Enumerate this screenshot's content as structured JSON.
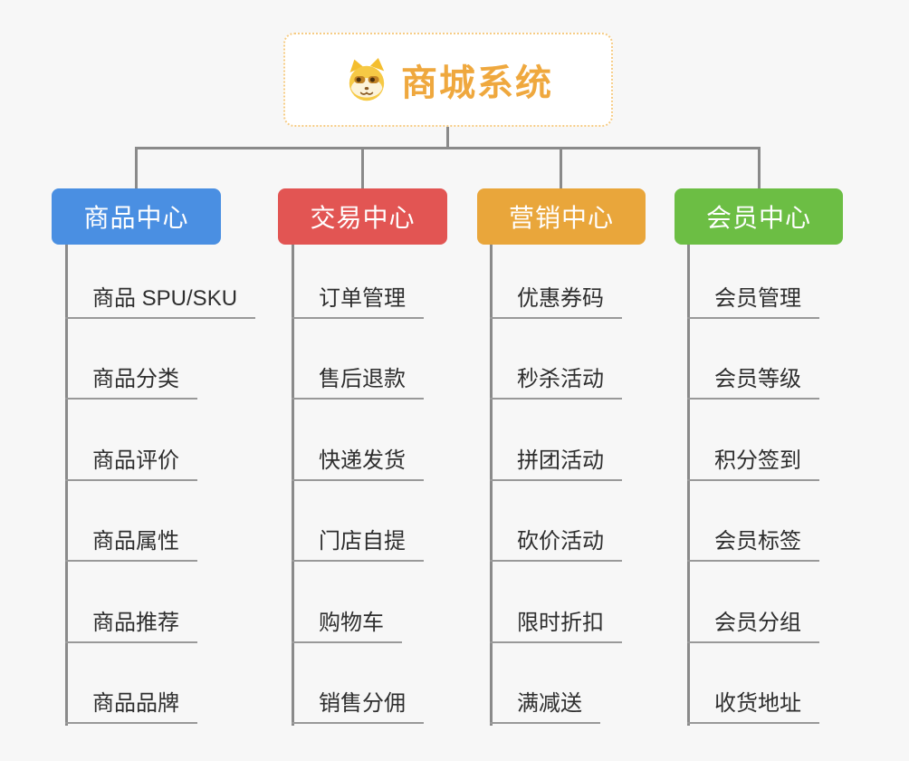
{
  "root": {
    "title": "商城系统",
    "icon": "shiba-dog-icon"
  },
  "branches": [
    {
      "label": "商品中心",
      "color": "#4A8FE2",
      "children": [
        "商品 SPU/SKU",
        "商品分类",
        "商品评价",
        "商品属性",
        "商品推荐",
        "商品品牌"
      ]
    },
    {
      "label": "交易中心",
      "color": "#E25553",
      "children": [
        "订单管理",
        "售后退款",
        "快递发货",
        "门店自提",
        "购物车",
        "销售分佣"
      ]
    },
    {
      "label": "营销中心",
      "color": "#E9A63B",
      "children": [
        "优惠券码",
        "秒杀活动",
        "拼团活动",
        "砍价活动",
        "限时折扣",
        "满减送"
      ]
    },
    {
      "label": "会员中心",
      "color": "#6CBE44",
      "children": [
        "会员管理",
        "会员等级",
        "积分签到",
        "会员标签",
        "会员分组",
        "收货地址"
      ]
    }
  ],
  "colors": {
    "background": "#F7F7F7",
    "connector_line": "#8A8A8A",
    "leaf_underline": "#999999",
    "root_border": "#F6CC85",
    "root_text": "#EFA83E",
    "leaf_text": "#2E2E2E"
  }
}
